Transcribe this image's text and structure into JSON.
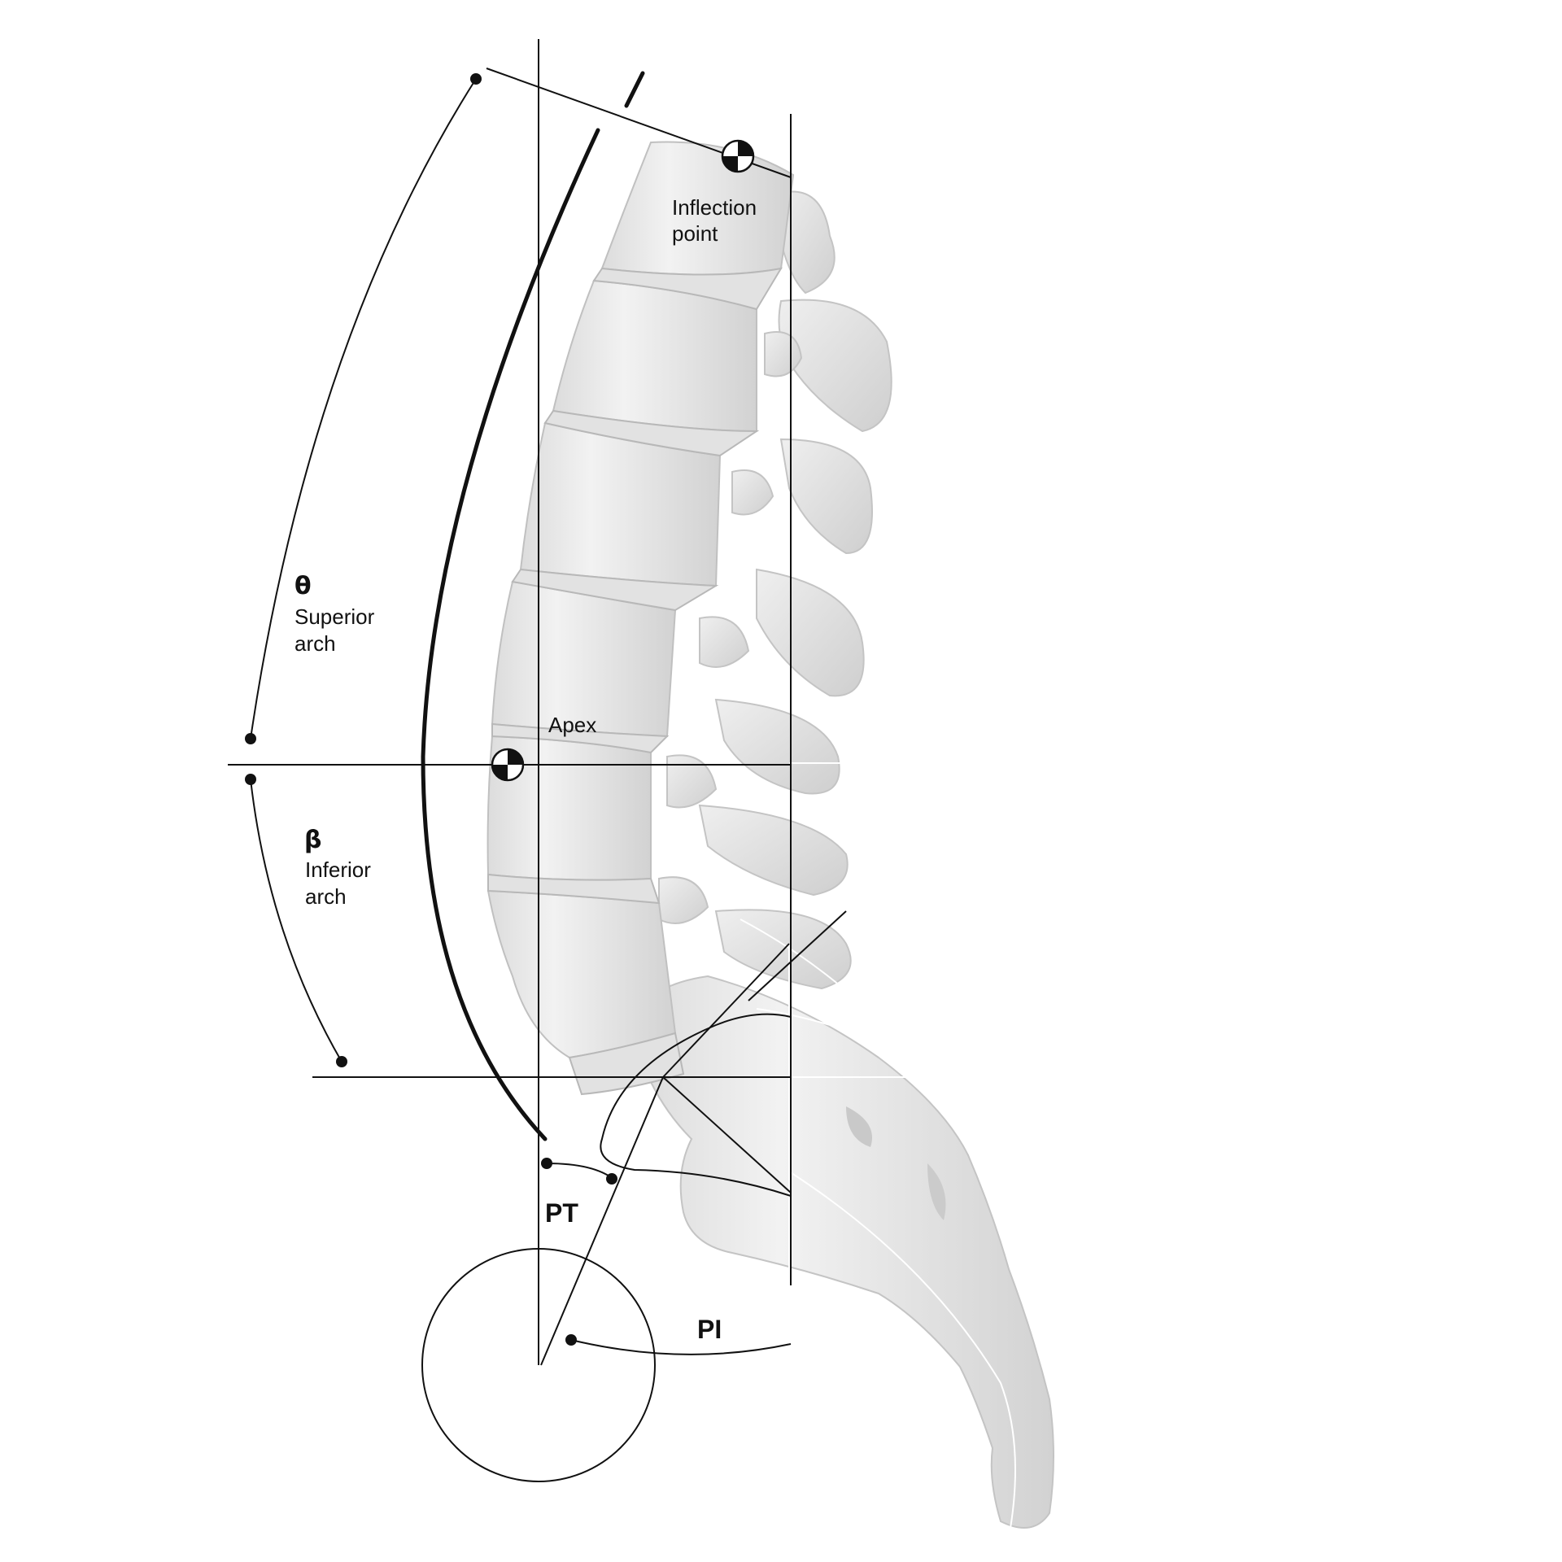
{
  "labels": {
    "inflection_line1": "Inflection",
    "inflection_line2": "point",
    "apex": "Apex",
    "theta_symbol": "θ",
    "superior_line1": "Superior",
    "superior_line2": "arch",
    "beta_symbol": "β",
    "inferior_line1": "Inferior",
    "inferior_line2": "arch",
    "pt": "PT",
    "pi": "PI"
  },
  "colors": {
    "bone_fill": "#ececec",
    "bone_shade": "#d6d6d6",
    "bone_outline": "#bdbdbd",
    "line": "#111111"
  },
  "icons": {
    "inflection_marker": "center-of-mass-icon",
    "apex_marker": "center-of-mass-icon"
  }
}
